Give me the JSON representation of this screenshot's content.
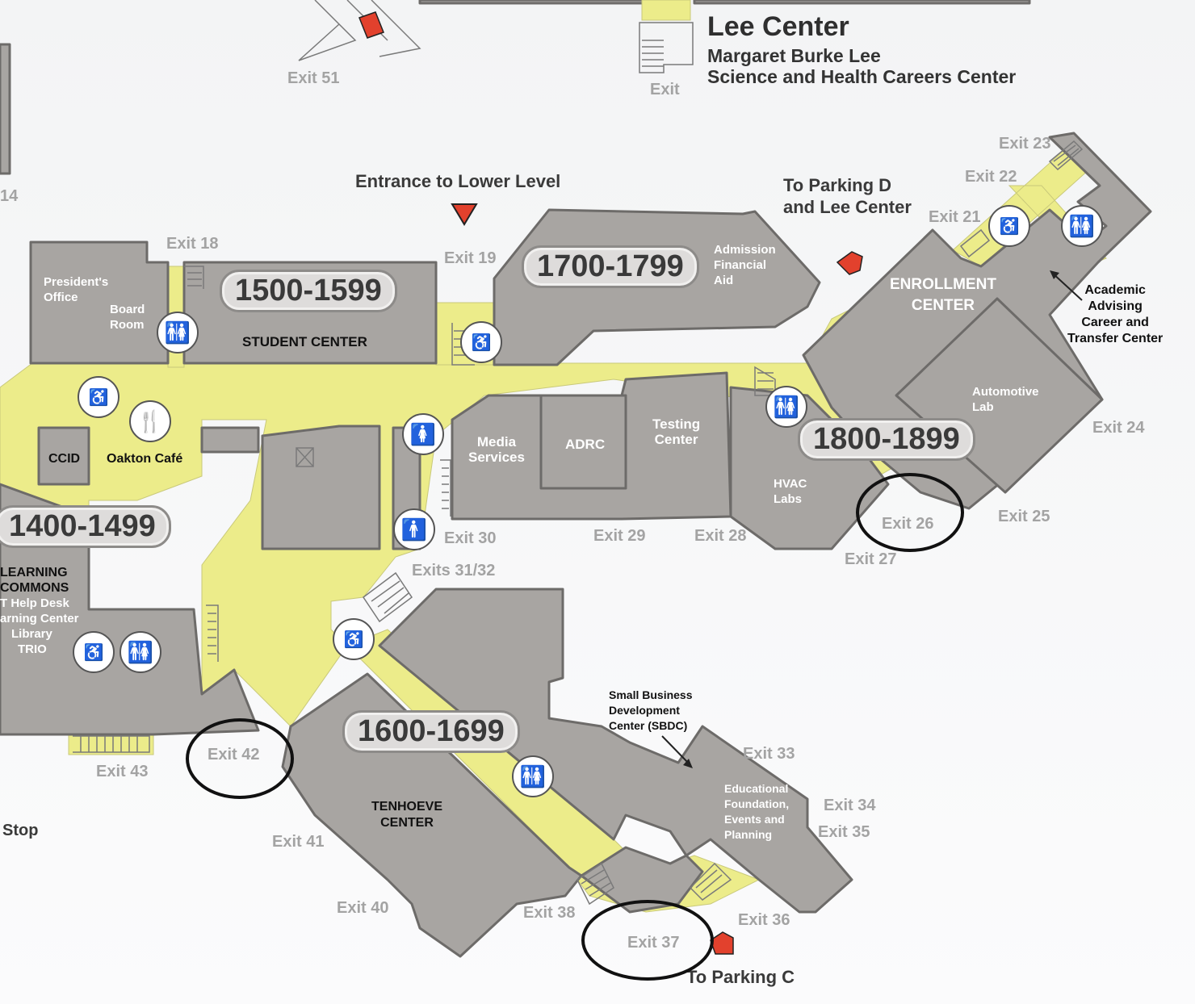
{
  "lee_center": {
    "title": "Lee Center",
    "subtitle_line1": "Margaret Burke Lee",
    "subtitle_line2": "Science and Health Careers Center"
  },
  "wings": {
    "w1400": "1400-1499",
    "w1500": "1500-1599",
    "w1600": "1600-1699",
    "w1700": "1700-1799",
    "w1800": "1800-1899"
  },
  "callouts": {
    "entrance_lower": "Entrance to Lower Level",
    "parking_d_line1": "To Parking D",
    "parking_d_line2": "and Lee Center",
    "parking_c": "To Parking C",
    "stop": "Stop",
    "partial_14": "14"
  },
  "rooms": {
    "presidents_office": [
      "President's",
      "Office"
    ],
    "board_room": [
      "Board",
      "Room"
    ],
    "student_center": "STUDENT CENTER",
    "ccid": "CCID",
    "oakton_cafe": "Oakton Café",
    "learning_commons": [
      "LEARNING",
      "COMMONS",
      "T Help Desk",
      "arning Center",
      "Library",
      "TRIO"
    ],
    "media_services": [
      "Media",
      "Services"
    ],
    "adrc": "ADRC",
    "testing_center": [
      "Testing",
      "Center"
    ],
    "admission": [
      "Admission",
      "Financial",
      "Aid"
    ],
    "enrollment_center": [
      "ENROLLMENT",
      "CENTER"
    ],
    "automotive_lab": [
      "Automotive",
      "Lab"
    ],
    "academic_advising": [
      "Academic",
      "Advising",
      "Career and",
      "Transfer Center"
    ],
    "hvac_labs": [
      "HVAC",
      "Labs"
    ],
    "tenhoeve_center": [
      "TENHOEVE",
      "CENTER"
    ],
    "sbdc": [
      "Small Business",
      "Development",
      "Center (SBDC)"
    ],
    "educational_foundation": [
      "Educational",
      "Foundation,",
      "Events and",
      "Planning"
    ]
  },
  "exits": {
    "e51": "Exit 51",
    "e_lee": "Exit",
    "e18": "Exit 18",
    "e19": "Exit 19",
    "e21": "Exit 21",
    "e22": "Exit 22",
    "e23": "Exit 23",
    "e24": "Exit 24",
    "e25": "Exit 25",
    "e26": "Exit 26",
    "e27": "Exit 27",
    "e28": "Exit 28",
    "e29": "Exit 29",
    "e30": "Exit 30",
    "e3132": "Exits 31/32",
    "e33": "Exit 33",
    "e34": "Exit 34",
    "e35": "Exit 35",
    "e36": "Exit 36",
    "e37": "Exit 37",
    "e38": "Exit 38",
    "e40": "Exit 40",
    "e41": "Exit 41",
    "e42": "Exit 42",
    "e43": "Exit 43"
  },
  "icons": {
    "restroom": "restroom-icon",
    "elevator": "elevator-icon",
    "dining": "dining-icon",
    "womens_room": "womens-restroom-icon",
    "mens_room": "mens-restroom-icon",
    "arrow": "red-arrow-icon"
  },
  "colors": {
    "room_fill": "#a8a5a2",
    "hallway_fill": "#ecec8a",
    "exit_text": "#a3a3a3",
    "arrow_red": "#e2412d",
    "highlight_ring": "#111111"
  }
}
